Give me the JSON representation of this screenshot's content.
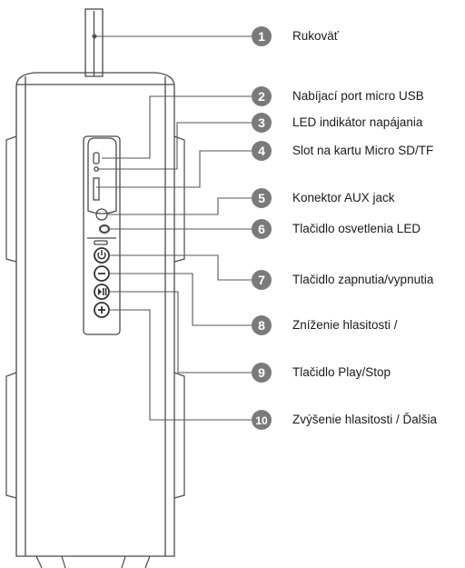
{
  "colors": {
    "line": "#555555",
    "badge": "#7a7a7a",
    "outline": "#4a4a4a"
  },
  "callouts": [
    {
      "num": "1",
      "label": "Rukoväť"
    },
    {
      "num": "2",
      "label": "Nabíjací port micro USB"
    },
    {
      "num": "3",
      "label": "LED indikátor napájania"
    },
    {
      "num": "4",
      "label": "Slot na kartu Micro SD/TF"
    },
    {
      "num": "5",
      "label": "Konektor AUX jack"
    },
    {
      "num": "6",
      "label": "Tlačidlo osvetlenia LED"
    },
    {
      "num": "7",
      "label": "Tlačidlo zapnutia/vypnutia"
    },
    {
      "num": "8",
      "label": "Zníženie hlasitosti /"
    },
    {
      "num": "9",
      "label": "Tlačidlo Play/Stop"
    },
    {
      "num": "10",
      "label": "Zvýšenie hlasitosti / Ďalšia"
    }
  ],
  "buttons": [
    {
      "name": "power-button",
      "icon": "power-icon"
    },
    {
      "name": "volume-down-button",
      "icon": "minus-icon"
    },
    {
      "name": "play-stop-button",
      "icon": "play-pause-icon"
    },
    {
      "name": "volume-up-button",
      "icon": "plus-icon"
    }
  ]
}
